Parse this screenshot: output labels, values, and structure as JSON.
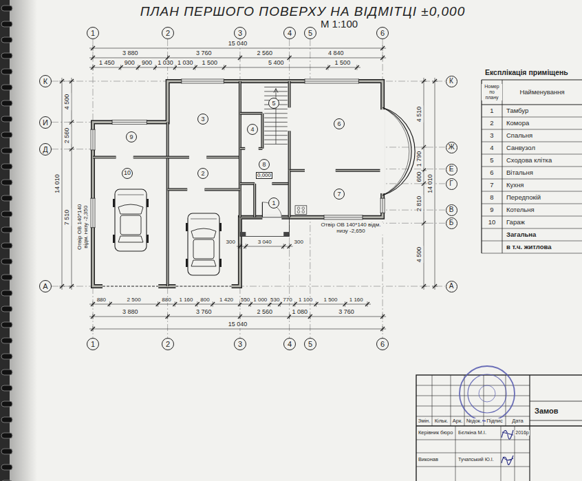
{
  "diagram": {
    "title": "ПЛАН ПЕРШОГО ПОВЕРХУ НА ВІДМІТЦІ ±0,000",
    "nodes": [
      {
        "text": [
          "1"
        ]
      },
      {
        "text": [
          "2"
        ]
      },
      {
        "text": [
          "3"
        ]
      },
      {
        "text": [
          "4"
        ]
      },
      {
        "text": [
          "5"
        ]
      },
      {
        "text": [
          "6"
        ]
      },
      {
        "text": [
          "К"
        ]
      },
      {
        "text": [
          "И"
        ]
      },
      {
        "text": [
          "Д"
        ]
      },
      {
        "text": [
          "А"
        ]
      },
      {
        "text": [
          "К"
        ]
      },
      {
        "text": [
          "Ж"
        ]
      },
      {
        "text": [
          "Е"
        ]
      },
      {
        "text": [
          "Г"
        ]
      },
      {
        "text": [
          "В"
        ]
      },
      {
        "text": [
          "Б"
        ]
      },
      {
        "text": [
          "А"
        ]
      },
      {
        "text": [
          "1"
        ]
      },
      {
        "text": [
          "2"
        ]
      },
      {
        "text": [
          "3"
        ]
      },
      {
        "text": [
          "4"
        ]
      },
      {
        "text": [
          "5"
        ]
      },
      {
        "text": [
          "6"
        ]
      },
      {
        "text": [
          "7"
        ]
      },
      {
        "text": [
          "8"
        ]
      },
      {
        "text": [
          "9"
        ]
      },
      {
        "text": [
          "10"
        ]
      },
      {
        "text": [
          "1"
        ]
      },
      {
        "text": [
          "2"
        ]
      },
      {
        "text": [
          "3"
        ]
      },
      {
        "text": [
          "4"
        ]
      },
      {
        "text": [
          "5"
        ]
      },
      {
        "text": [
          "6"
        ]
      }
    ],
    "labels": [
      "М 1:100",
      "15 040",
      "3 880",
      "3 760",
      "2 560",
      "4 840",
      "1 450",
      "900",
      "900",
      "1 030",
      "1 030",
      "1 500",
      "5 400",
      "1 500",
      "880",
      "2 500",
      "880",
      "1 160",
      "800",
      "1 420",
      "550",
      "1 000",
      "530",
      "770",
      "1 100",
      "1 500",
      "1 160",
      "3 880",
      "3 760",
      "2 560",
      "1 080",
      "3 760",
      "15 040",
      "14 010",
      "4 500",
      "2 560",
      "7 510",
      "4 510",
      "1 790",
      "600",
      "2 810",
      "4 500",
      "14 010",
      "300",
      "3 040",
      "300",
      "Отвір ОВ 140*140 відм. низу -2,350",
      "Отвір ОВ 140*140 відм. низу -2,650",
      "0,000",
      "Експлікація приміщень",
      "Номер по плану",
      "Найменування",
      "1",
      "Тамбур",
      "2",
      "Комора",
      "3",
      "Спальня",
      "4",
      "Санвузол",
      "5",
      "Сходова клітка",
      "6",
      "Вітальня",
      "7",
      "Кухня",
      "8",
      "Передпокій",
      "9",
      "Котельня",
      "10",
      "Гараж",
      "Загальна",
      "в т.ч. житлова",
      "Змін.",
      "Кільк.",
      "Арк.",
      "№док.",
      "Підпис",
      "Дата",
      "Керівник бюро",
      "Бєлкіна М.І.",
      "2016р",
      "Виконав",
      "Тучапський Ю.І.",
      "Замов"
    ]
  }
}
